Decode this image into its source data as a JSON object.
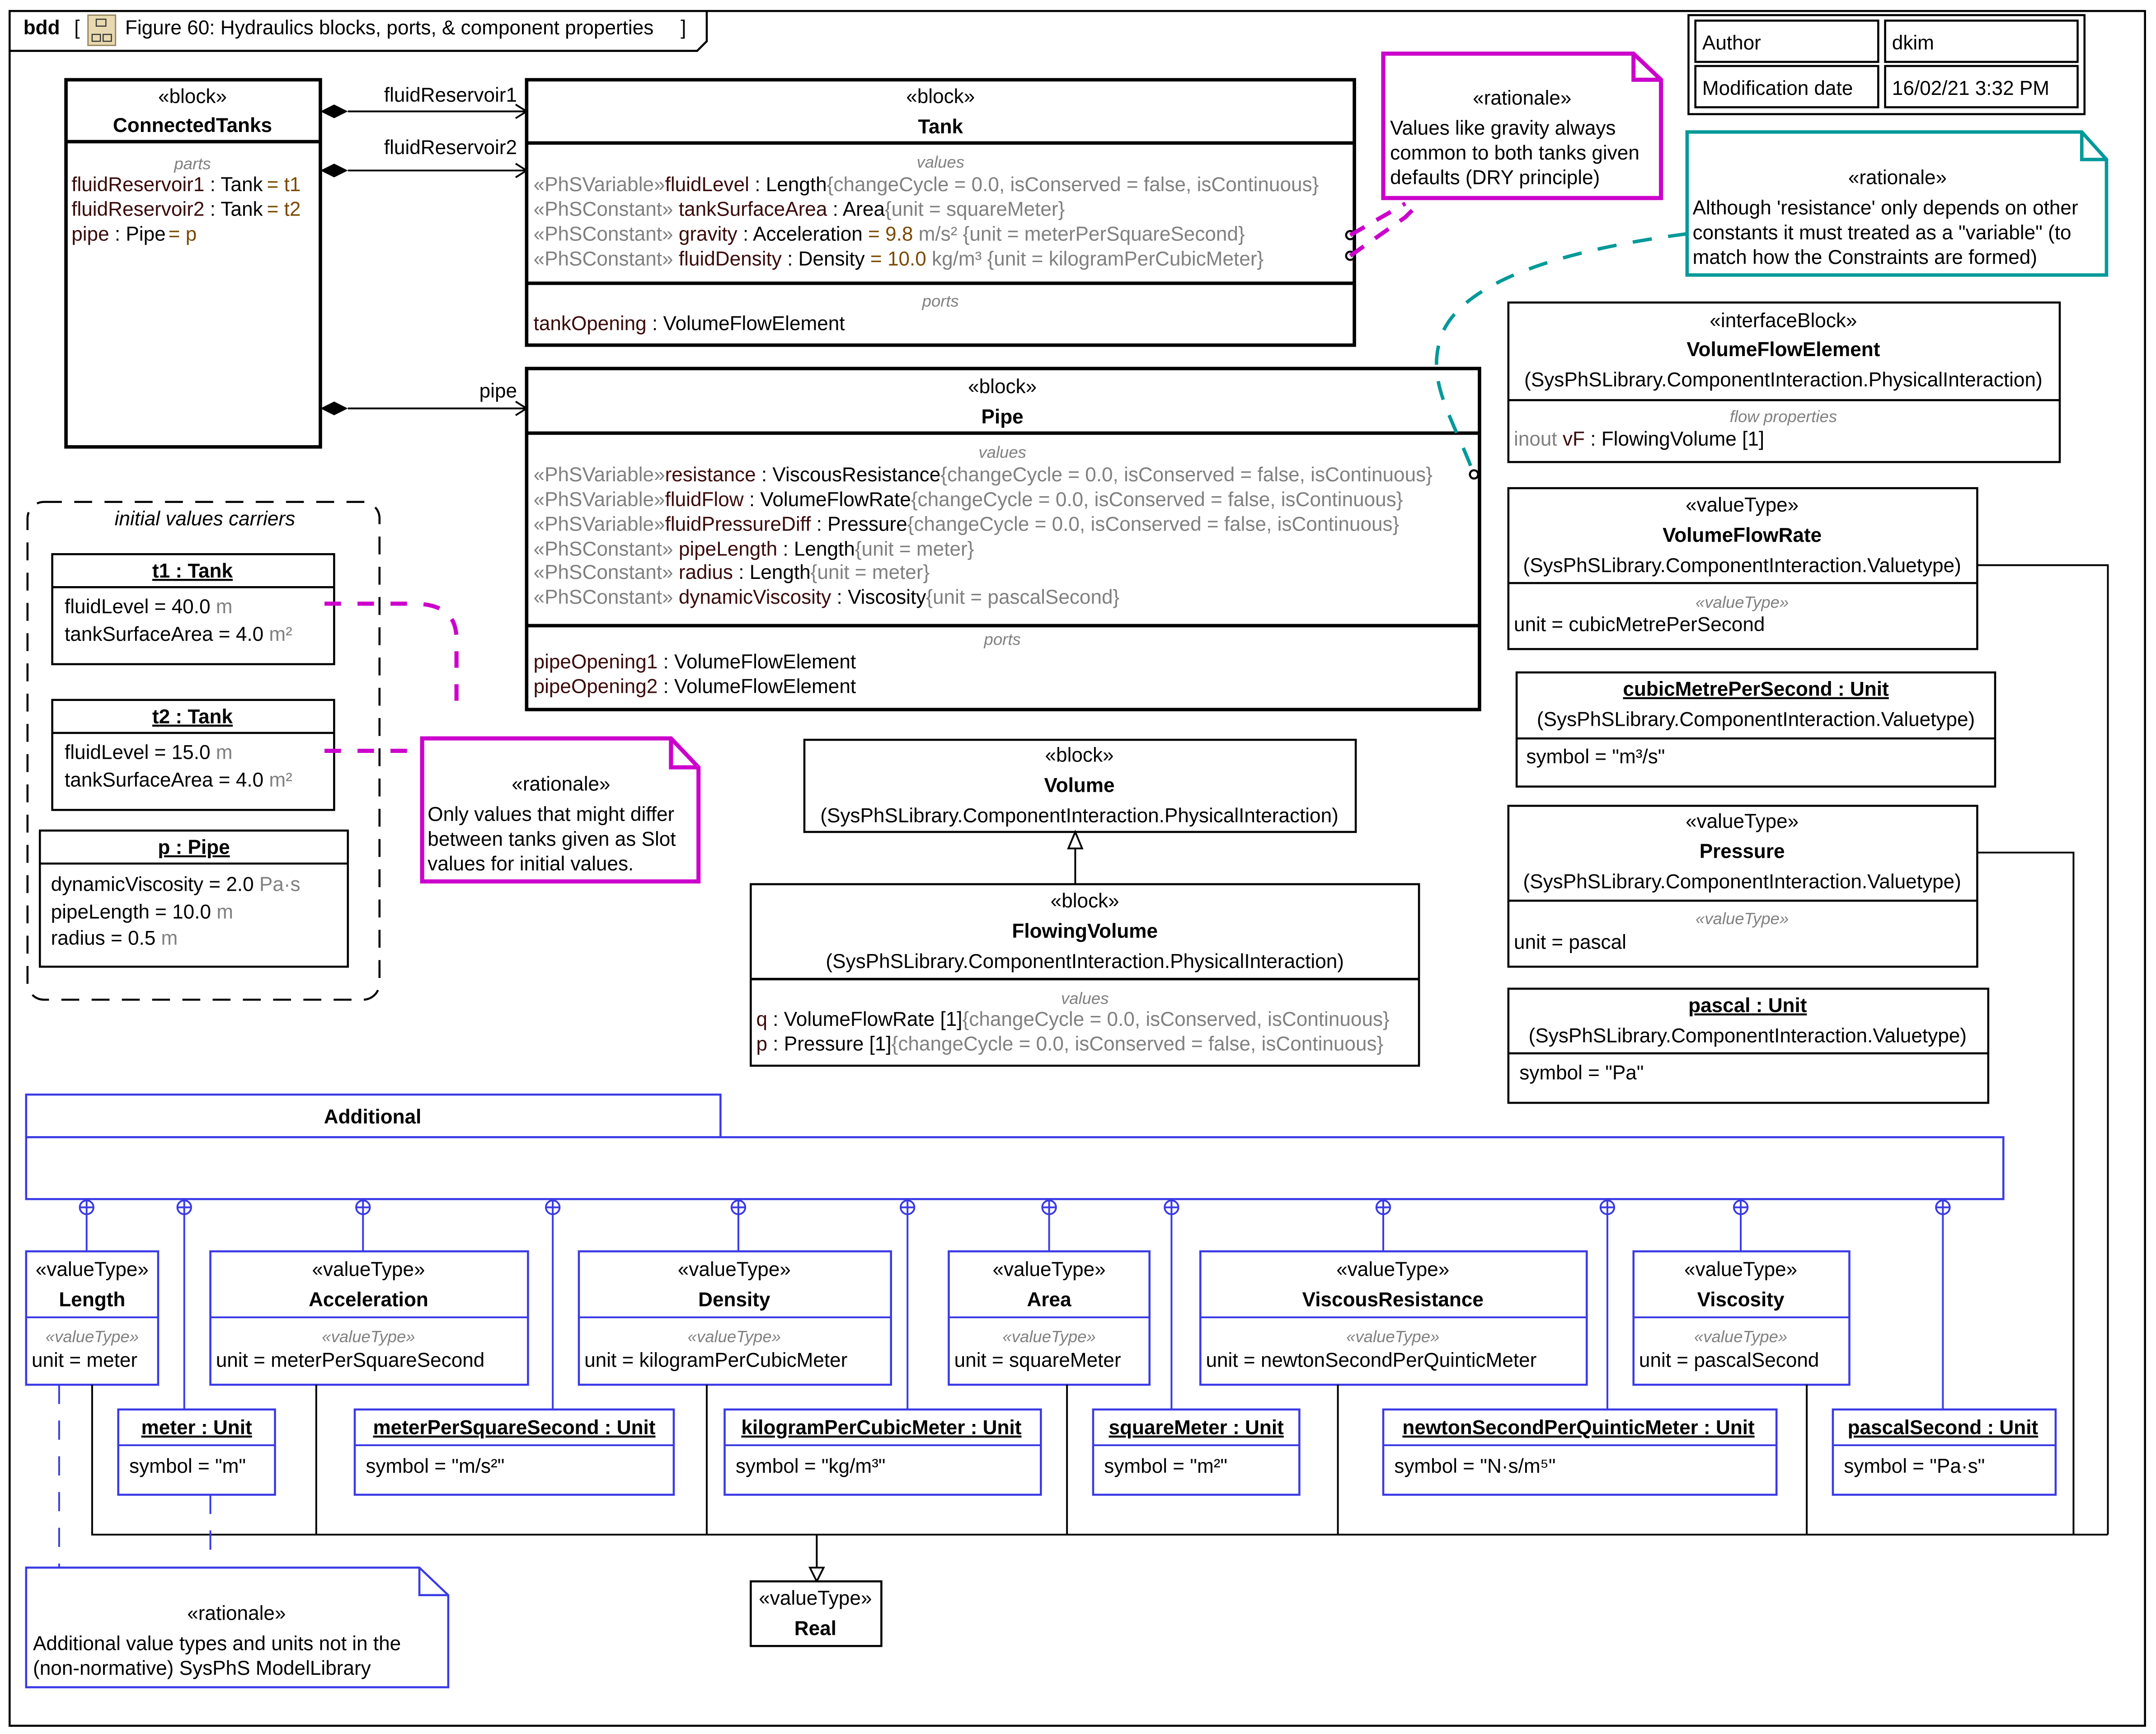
{
  "frame": {
    "kind": "bdd",
    "title": "Figure 60: Hydraulics blocks, ports, & component properties",
    "icon": "class-diagram-icon"
  },
  "info_table": {
    "rows": [
      {
        "label": "Author",
        "value": "dkim"
      },
      {
        "label": "Modification date",
        "value": "16/02/21 3:32 PM"
      }
    ]
  },
  "connected_tanks": {
    "stereotype": "«block»",
    "name": "ConnectedTanks",
    "section": "parts",
    "parts": [
      {
        "name": "fluidReservoir1",
        "type": " : Tank",
        "value": "= t1"
      },
      {
        "name": "fluidReservoir2",
        "type": " : Tank",
        "value": "= t2"
      },
      {
        "name": "pipe",
        "type": " : Pipe",
        "value": "= p"
      }
    ]
  },
  "associations": {
    "r1": "fluidReservoir1",
    "r2": "fluidReservoir2",
    "pipe": "pipe"
  },
  "tank": {
    "stereotype": "«block»",
    "name": "Tank",
    "values_label": "values",
    "ports_label": "ports",
    "values": [
      {
        "st": "«PhSVariable»",
        "name": "fluidLevel",
        "type": " : Length",
        "default": "",
        "unit": "",
        "constraint": "{changeCycle = 0.0, isConserved = false, isContinuous}"
      },
      {
        "st": "«PhSConstant» ",
        "name": "tankSurfaceArea",
        "type": " : Area",
        "default": "",
        "unit": "",
        "constraint": "{unit = squareMeter}"
      },
      {
        "st": "«PhSConstant» ",
        "name": "gravity",
        "type": " : Acceleration",
        "default": " = 9.8",
        "unit": " m/s²",
        "constraint": " {unit = meterPerSquareSecond}"
      },
      {
        "st": "«PhSConstant» ",
        "name": "fluidDensity",
        "type": " : Density",
        "default": " = 10.0",
        "unit": " kg/m³",
        "constraint": " {unit = kilogramPerCubicMeter}"
      }
    ],
    "ports": [
      {
        "name": "tankOpening",
        "type": " : VolumeFlowElement"
      }
    ]
  },
  "pipe": {
    "stereotype": "«block»",
    "name": "Pipe",
    "values_label": "values",
    "ports_label": "ports",
    "values": [
      {
        "st": "«PhSVariable»",
        "name": "resistance",
        "type": " : ViscousResistance",
        "constraint": "{changeCycle = 0.0, isConserved = false, isContinuous}"
      },
      {
        "st": "«PhSVariable»",
        "name": "fluidFlow",
        "type": " : VolumeFlowRate",
        "constraint": "{changeCycle = 0.0, isConserved = false, isContinuous}"
      },
      {
        "st": "«PhSVariable»",
        "name": "fluidPressureDiff",
        "type": " : Pressure",
        "constraint": "{changeCycle = 0.0, isConserved = false, isContinuous}"
      },
      {
        "st": "«PhSConstant» ",
        "name": "pipeLength",
        "type": " : Length",
        "constraint": "{unit = meter}"
      },
      {
        "st": "«PhSConstant» ",
        "name": "radius",
        "type": " : Length",
        "constraint": "{unit = meter}"
      },
      {
        "st": "«PhSConstant» ",
        "name": "dynamicViscosity",
        "type": " : Viscosity",
        "constraint": "{unit = pascalSecond}"
      }
    ],
    "ports": [
      {
        "name": "pipeOpening1",
        "type": " : VolumeFlowElement"
      },
      {
        "name": "pipeOpening2",
        "type": " : VolumeFlowElement"
      }
    ]
  },
  "notes": {
    "dry": {
      "stereotype": "«rationale»",
      "lines": [
        "Values like gravity always",
        "common to both tanks given",
        "defaults (DRY principle)"
      ]
    },
    "resistance": {
      "stereotype": "«rationale»",
      "lines": [
        "Although 'resistance' only depends on other",
        "constants it must treated as a \"variable\" (to",
        "match how the Constraints are formed)"
      ]
    },
    "slots": {
      "stereotype": "«rationale»",
      "lines": [
        "Only values that might differ",
        "between tanks given as Slot",
        "values for initial values."
      ]
    },
    "additional": {
      "stereotype": "«rationale»",
      "lines": [
        "Additional value types and units not in the",
        "(non-normative) SysPhS ModelLibrary"
      ]
    }
  },
  "initial_values": {
    "label": "initial values carriers",
    "instances": [
      {
        "name": "t1 : Tank",
        "slots": [
          {
            "text": "fluidLevel = 40.0",
            "unit": " m"
          },
          {
            "text": "tankSurfaceArea = 4.0",
            "unit": " m²"
          }
        ]
      },
      {
        "name": "t2 : Tank",
        "slots": [
          {
            "text": "fluidLevel = 15.0",
            "unit": " m"
          },
          {
            "text": "tankSurfaceArea = 4.0",
            "unit": " m²"
          }
        ]
      },
      {
        "name": "p : Pipe",
        "slots": [
          {
            "text": "dynamicViscosity = 2.0",
            "unit": " Pa·s"
          },
          {
            "text": "pipeLength = 10.0",
            "unit": " m"
          },
          {
            "text": "radius = 0.5",
            "unit": " m"
          }
        ]
      }
    ]
  },
  "volume_flow_element": {
    "stereotype": "«interfaceBlock»",
    "name": "VolumeFlowElement",
    "owner": "(SysPhSLibrary.ComponentInteraction.PhysicalInteraction)",
    "section": "flow properties",
    "dir": "inout ",
    "prop": "vF",
    "type": " : FlowingVolume [1]"
  },
  "volume_flow_rate": {
    "stereotype": "«valueType»",
    "name": "VolumeFlowRate",
    "owner": "(SysPhSLibrary.ComponentInteraction.Valuetype)",
    "section": "«valueType»",
    "unit": "unit = cubicMetrePerSecond"
  },
  "cubic_unit": {
    "name": "cubicMetrePerSecond : Unit",
    "owner": "(SysPhSLibrary.ComponentInteraction.Valuetype)",
    "symbol": "symbol = \"m³/s\""
  },
  "pressure": {
    "stereotype": "«valueType»",
    "name": "Pressure",
    "owner": "(SysPhSLibrary.ComponentInteraction.Valuetype)",
    "section": "«valueType»",
    "unit": "unit = pascal"
  },
  "pascal_unit": {
    "name": "pascal : Unit",
    "owner": "(SysPhSLibrary.ComponentInteraction.Valuetype)",
    "symbol": "symbol = \"Pa\""
  },
  "volume": {
    "stereotype": "«block»",
    "name": "Volume",
    "owner": "(SysPhSLibrary.ComponentInteraction.PhysicalInteraction)"
  },
  "flowing_volume": {
    "stereotype": "«block»",
    "name": "FlowingVolume",
    "owner": "(SysPhSLibrary.ComponentInteraction.PhysicalInteraction)",
    "section": "values",
    "values": [
      {
        "name": "q",
        "type": " : VolumeFlowRate [1]",
        "constraint": "{changeCycle = 0.0, isConserved, isContinuous}"
      },
      {
        "name": "p",
        "type": " : Pressure [1]",
        "constraint": "{changeCycle = 0.0, isConserved = false, isContinuous}"
      }
    ]
  },
  "additional": {
    "name": "Additional",
    "value_types": [
      {
        "stereotype": "«valueType»",
        "name": "Length",
        "section": "«valueType»",
        "unit": "unit = meter"
      },
      {
        "stereotype": "«valueType»",
        "name": "Acceleration",
        "section": "«valueType»",
        "unit": "unit = meterPerSquareSecond"
      },
      {
        "stereotype": "«valueType»",
        "name": "Density",
        "section": "«valueType»",
        "unit": "unit = kilogramPerCubicMeter"
      },
      {
        "stereotype": "«valueType»",
        "name": "Area",
        "section": "«valueType»",
        "unit": "unit = squareMeter"
      },
      {
        "stereotype": "«valueType»",
        "name": "ViscousResistance",
        "section": "«valueType»",
        "unit": "unit = newtonSecondPerQuinticMeter"
      },
      {
        "stereotype": "«valueType»",
        "name": "Viscosity",
        "section": "«valueType»",
        "unit": "unit = pascalSecond"
      }
    ],
    "units": [
      {
        "name": "meter : Unit",
        "symbol": "symbol = \"m\""
      },
      {
        "name": "meterPerSquareSecond : Unit",
        "symbol": "symbol = \"m/s²\""
      },
      {
        "name": "kilogramPerCubicMeter : Unit",
        "symbol": "symbol = \"kg/m³\""
      },
      {
        "name": "squareMeter : Unit",
        "symbol": "symbol = \"m²\""
      },
      {
        "name": "newtonSecondPerQuinticMeter : Unit",
        "symbol": "symbol = \"N·s/m⁵\""
      },
      {
        "name": "pascalSecond : Unit",
        "symbol": "symbol = \"Pa·s\""
      }
    ]
  },
  "real": {
    "stereotype": "«valueType»",
    "name": "Real"
  },
  "colors": {
    "note_magenta": "#cc00cc",
    "note_teal": "#009999",
    "package_blue": "#3a3ae6",
    "value_brown": "#7a4a00"
  }
}
